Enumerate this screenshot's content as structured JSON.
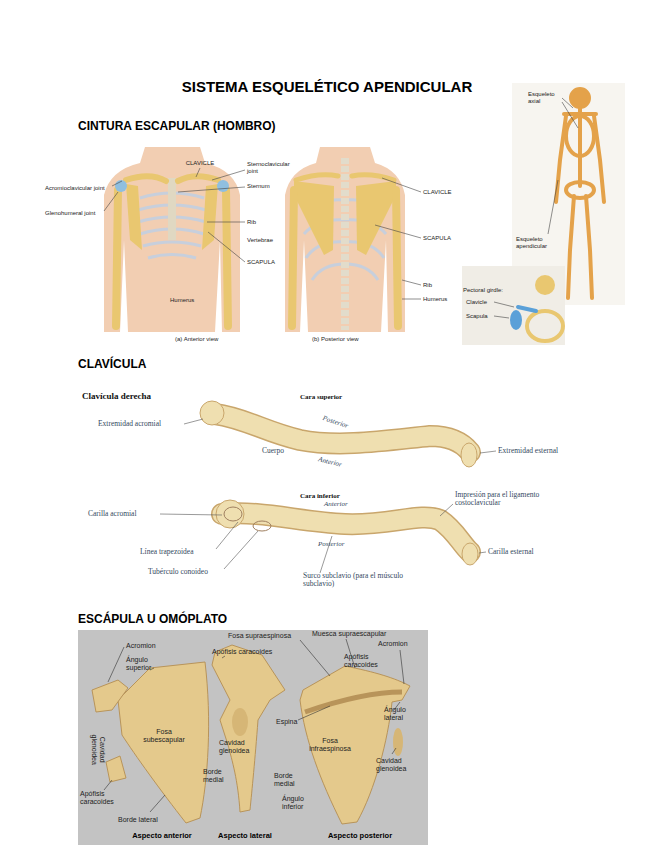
{
  "diagram": {
    "title": "SISTEMA ESQUELÉTICO APENDICULAR",
    "labels": [
      "CINTURA ESCAPULAR (HOMBRO)",
      "CLAVICLE",
      "Sternoclavicular joint",
      "Sternum",
      "Acromioclavicular joint",
      "Glenohumeral joint",
      "Rib",
      "Vertebrae",
      "SCAPULA",
      "Humerus",
      "(a) Anterior view",
      "CLAVICLE",
      "SCAPULA",
      "Rib",
      "Humerus",
      "(b) Posterior view",
      "Esqueleto axial",
      "Esqueleto apendicular",
      "Pectoral girdle:",
      "Clavicle",
      "Scapula",
      "CLAVÍCULA",
      "Clavícula derecha",
      "Cara superior",
      "Extremidad acromial",
      "Posterior",
      "Cuerpo",
      "Anterior",
      "Extremidad esternal",
      "Cara inferior",
      "Impresión para el ligamento costoclavicular",
      "Anterior",
      "Carilla acromial",
      "Posterior",
      "Línea trapezoidea",
      "Carilla esternal",
      "Tubérculo conoideo",
      "Surco subclavio (para el músculo subclavio)",
      "ESCÁPULA U OMÓPLATO",
      "Fosa supraespinosa",
      "Muesca supraescapular",
      "Acromion",
      "Acromion",
      "Apófisis caracoides",
      "Ángulo superior",
      "Apófisis caracoides",
      "Ángulo lateral",
      "Espina",
      "Fosa subescapular",
      "Cavidad glenoidea",
      "Fosa infraespinosa",
      "Cavidad glenoidea",
      "Cavidad glenoidea",
      "Borde medial",
      "Borde medial",
      "Apófisis caracoides",
      "Ángulo inferior",
      "Borde lateral",
      "Aspecto anterior",
      "Aspecto lateral",
      "Aspecto posterior"
    ]
  }
}
